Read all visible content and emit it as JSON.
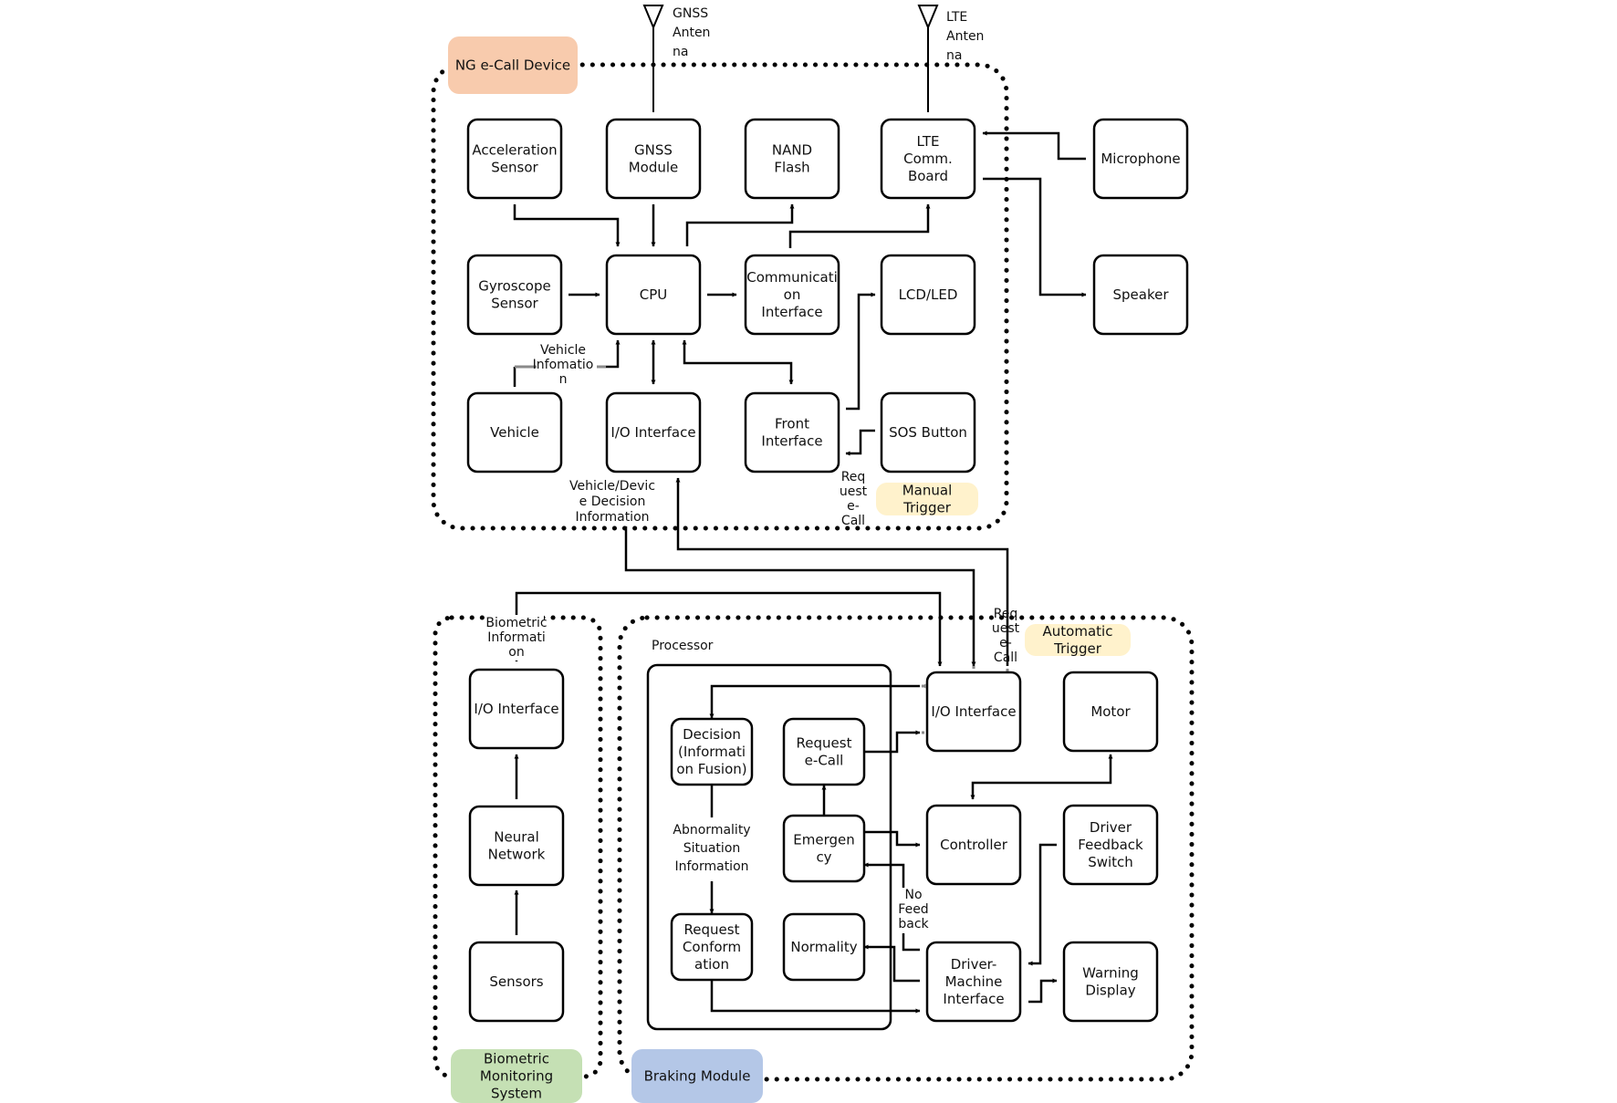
{
  "groups": {
    "ng_ecall": "NG e-Call Device",
    "biometric": [
      "Biometric",
      "Monitoring",
      "System"
    ],
    "braking": "Braking  Module",
    "processor": "Processor"
  },
  "colors": {
    "ng_ecall_tag": "#f8cbad",
    "biometric_tag": "#c5e0b4",
    "braking_tag": "#b4c7e7",
    "trigger_tag": "#fff2cc"
  },
  "antennas": {
    "gnss": [
      "GNSS",
      "Anten",
      "na"
    ],
    "lte": [
      "LTE",
      "Anten",
      "na"
    ]
  },
  "triggers": {
    "manual": [
      "Manual",
      "Trigger"
    ],
    "automatic": [
      "Automatic",
      "Trigger"
    ]
  },
  "blocks": {
    "acceleration_sensor": [
      "Acceleration",
      "Sensor"
    ],
    "gnss_module": [
      "GNSS",
      "Module"
    ],
    "nand_flash": [
      "NAND",
      "Flash"
    ],
    "lte_board": [
      "LTE",
      "Comm.",
      "Board"
    ],
    "microphone": [
      "Microphone"
    ],
    "gyroscope_sensor": [
      "Gyroscope",
      "Sensor"
    ],
    "cpu": [
      "CPU"
    ],
    "comm_interface": [
      "Communicati",
      "on",
      "Interface"
    ],
    "lcd_led": [
      "LCD/LED"
    ],
    "speaker": [
      "Speaker"
    ],
    "vehicle": [
      "Vehicle"
    ],
    "io_interface_top": [
      "I/O  Interface"
    ],
    "front_interface": [
      "Front",
      "Interface"
    ],
    "sos_button": [
      "SOS  Button"
    ],
    "bio_io_interface": [
      "I/O  Interface"
    ],
    "neural_network": [
      "Neural",
      "Network"
    ],
    "sensors": [
      "Sensors"
    ],
    "brake_io_interface": [
      "I/O  Interface"
    ],
    "motor": [
      "Motor"
    ],
    "decision": [
      "Decision",
      "(Informati",
      "on Fusion)"
    ],
    "request_ecall": [
      "Request",
      "e-Call"
    ],
    "controller": [
      "Controller"
    ],
    "emergency": [
      "Emergen",
      "cy"
    ],
    "driver_feedback": [
      "Driver",
      "Feedback",
      "Switch"
    ],
    "request_confirmation": [
      "Request",
      "Conform",
      "ation"
    ],
    "normality": [
      "Normality"
    ],
    "dmi": [
      "Driver-",
      "Machine",
      "Interface"
    ],
    "warning_display": [
      "Warning",
      "Display"
    ]
  },
  "labels": {
    "vehicle_information": [
      "Vehicle",
      "Infomatio",
      "n"
    ],
    "vehicle_device_decision": [
      "Vehicle/Devic",
      "e Decision",
      "Information"
    ],
    "request_ecall_top": [
      "Req",
      "uest",
      "e-",
      "Call"
    ],
    "request_ecall_bottom": [
      "Req",
      "uest",
      "e-",
      "Call"
    ],
    "biometric_information": [
      "Biometric",
      "Informati",
      "on"
    ],
    "abnormality": [
      "Abnormality",
      "Situation",
      "Information"
    ],
    "no_feedback": [
      "No",
      "Feed",
      "back"
    ]
  }
}
